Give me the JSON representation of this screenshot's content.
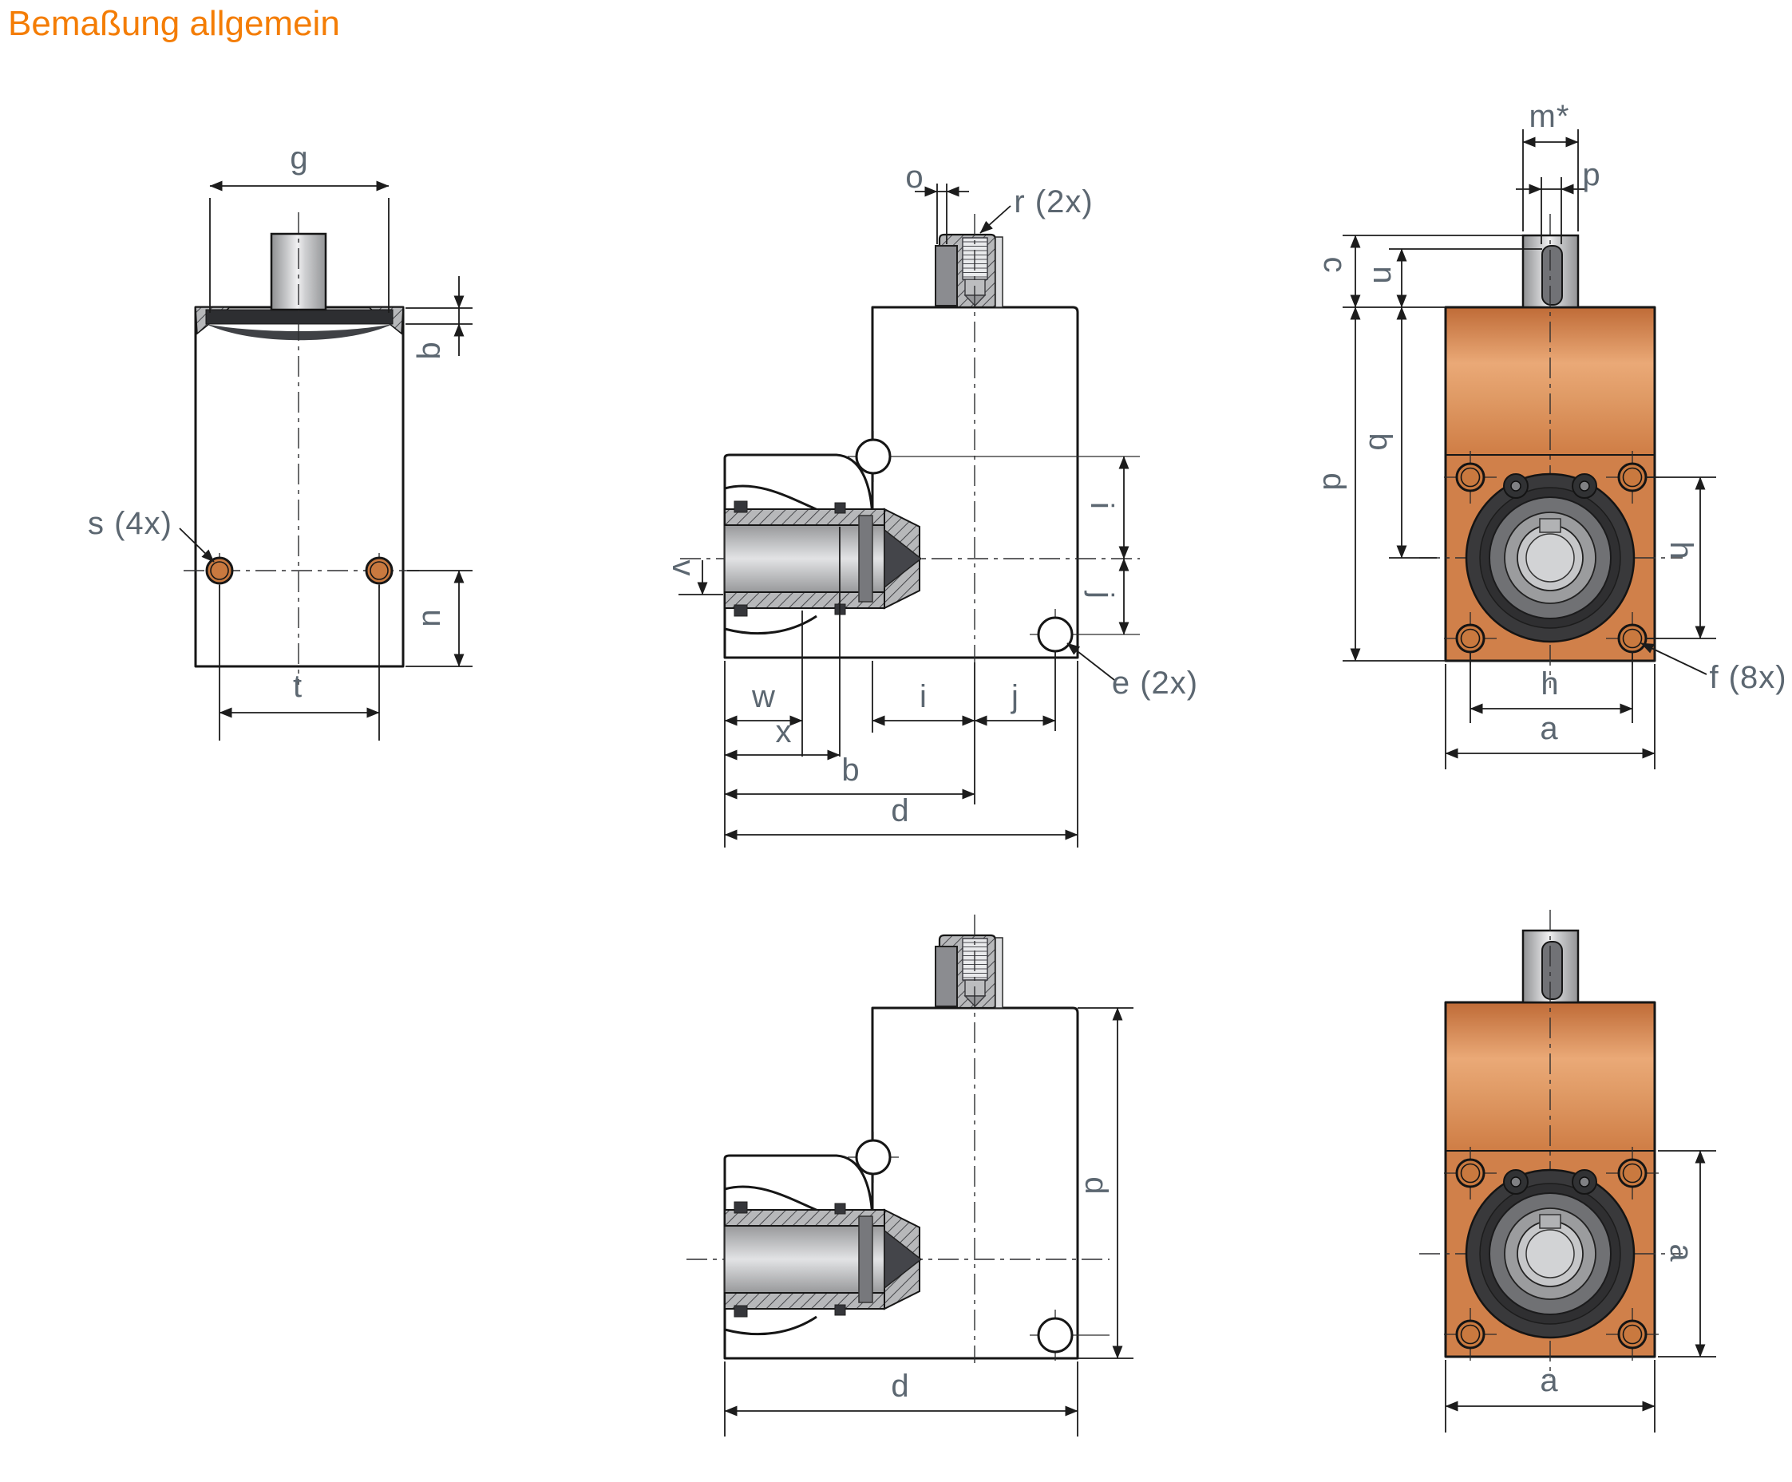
{
  "title": "Bemaßung allgemein",
  "colors": {
    "accent": "#f47d05",
    "housing_orange": "#cf7d45",
    "label_grey": "#5c6771",
    "outline": "#161616"
  },
  "views": {
    "side_left": {
      "name": "side view with output shaft",
      "labels": {
        "g": "g",
        "q": "q",
        "s": "s (4x)",
        "u": "u",
        "t": "t"
      }
    },
    "section_top": {
      "name": "sectioned side view, L-shaped housing",
      "labels": {
        "o": "o",
        "r": "r (2x)",
        "v": "v",
        "w": "w",
        "x": "x",
        "i_bottom": "i",
        "j_bottom": "j",
        "i_right": "i",
        "j_right": "j",
        "e": "e (2x)",
        "b": "b",
        "d": "d"
      }
    },
    "front_top": {
      "name": "front view with flange and bearing",
      "labels": {
        "m": "m*",
        "p": "p",
        "c": "c",
        "n": "n",
        "b": "b",
        "d": "d",
        "h_right": "h",
        "h_bottom": "h",
        "a": "a",
        "f": "f (8x)"
      }
    },
    "section_bottom": {
      "name": "outside side view, L-shaped housing",
      "labels": {
        "d_right": "d",
        "d_bottom": "d"
      }
    },
    "front_bottom": {
      "name": "front view full height",
      "labels": {
        "a_right": "a",
        "a_bottom": "a"
      }
    }
  }
}
